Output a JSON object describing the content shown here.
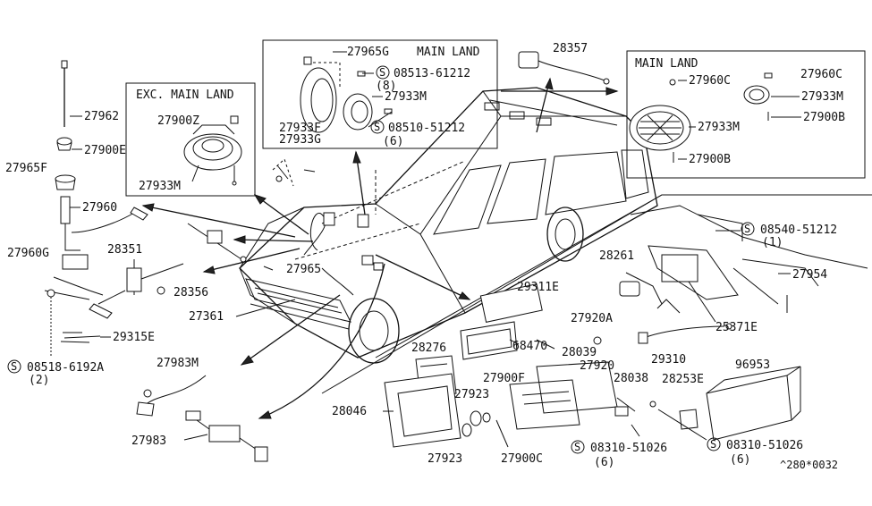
{
  "diagram_id": "^280*0032",
  "boxes": {
    "exc_main_land": "EXC. MAIN LAND",
    "main_land_top": "MAIN LAND",
    "main_land_right": "MAIN LAND"
  },
  "parts": {
    "p27962": "27962",
    "p27900E": "27900E",
    "p27965F": "27965F",
    "p27960": "27960",
    "p27960G": "27960G",
    "p28351": "28351",
    "p28356": "28356",
    "p27361": "27361",
    "p29315E": "29315E",
    "p27983M": "27983M",
    "p27983": "27983",
    "p27900Z": "27900Z",
    "p27933M_left": "27933M",
    "p27965G": "27965G",
    "p27933M_top": "27933M",
    "p27933F": "27933F",
    "p27933G": "27933G",
    "p27965": "27965",
    "p28357": "28357",
    "p27960C_a": "27960C",
    "p27960C_b": "27960C",
    "p27933M_r1": "27933M",
    "p27900B_a": "27900B",
    "p27933M_r2": "27933M",
    "p27900B_b": "27900B",
    "p27954": "27954",
    "p28261": "28261",
    "p25371E": "25371E",
    "p29311E": "29311E",
    "p68470": "68470",
    "p27920A": "27920A",
    "p28039": "28039",
    "p28276": "28276",
    "p27900F": "27900F",
    "p27920": "27920",
    "p28038": "28038",
    "p29310": "29310",
    "p96953": "96953",
    "p28253E": "28253E",
    "p27923_a": "27923",
    "p28046": "28046",
    "p27923_b": "27923",
    "p27900C": "27900C"
  },
  "screws": {
    "s08518": {
      "num": "08518-6192A",
      "qty": "(2)"
    },
    "s08513": {
      "num": "08513-61212",
      "qty": "(8)"
    },
    "s08510": {
      "num": "08510-51212",
      "qty": "(6)"
    },
    "s08540": {
      "num": "08540-51212",
      "qty": "(1)"
    },
    "s08310a": {
      "num": "08310-51026",
      "qty": "(6)"
    },
    "s08310b": {
      "num": "08310-51026",
      "qty": "(6)"
    }
  },
  "symbols": {
    "screw_mark": "S"
  }
}
